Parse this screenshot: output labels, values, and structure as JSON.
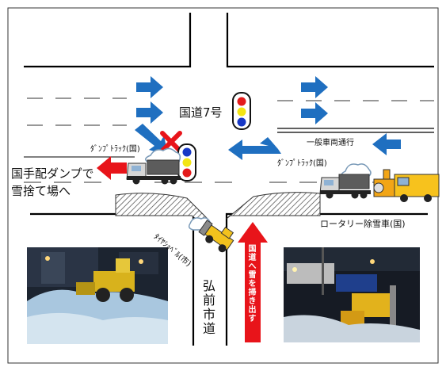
{
  "labels": {
    "route7": "国道7号",
    "dump_truck_left": "ﾀﾞﾝﾌﾟﾄﾗｯｸ(国)",
    "dump_truck_right": "ﾀﾞﾝﾌﾟﾄﾗｯｸ(国)",
    "general_traffic": "一般車両通行",
    "destination_line1": "国手配ダンプで",
    "destination_line2": "雪捨て場へ",
    "rotary": "ロータリー除雪車(国)",
    "tire_shovel": "ﾀｲﾔｼｮﾍﾞﾙ(市)",
    "city_road": "弘前市道",
    "push_snow_arrow_text": "国道へ雪を掃き出す"
  },
  "colors": {
    "flow_arrow": "#1f6fc0",
    "red_arrow": "#e8141a",
    "signal_red": "#e41b1b",
    "signal_yellow": "#f3e514",
    "signal_blue": "#1738c6"
  },
  "icons": {
    "traffic_light": "traffic-signal-icon",
    "blocked": "x-mark-icon",
    "truck": "dump-truck-icon",
    "rotary_plow": "rotary-snowplow-icon",
    "wheel_loader": "wheel-loader-icon"
  },
  "photos": {
    "left": "night-photo-wheel-loader-pushing-snow",
    "right": "night-photo-rotary-snowplow-loading-truck"
  }
}
